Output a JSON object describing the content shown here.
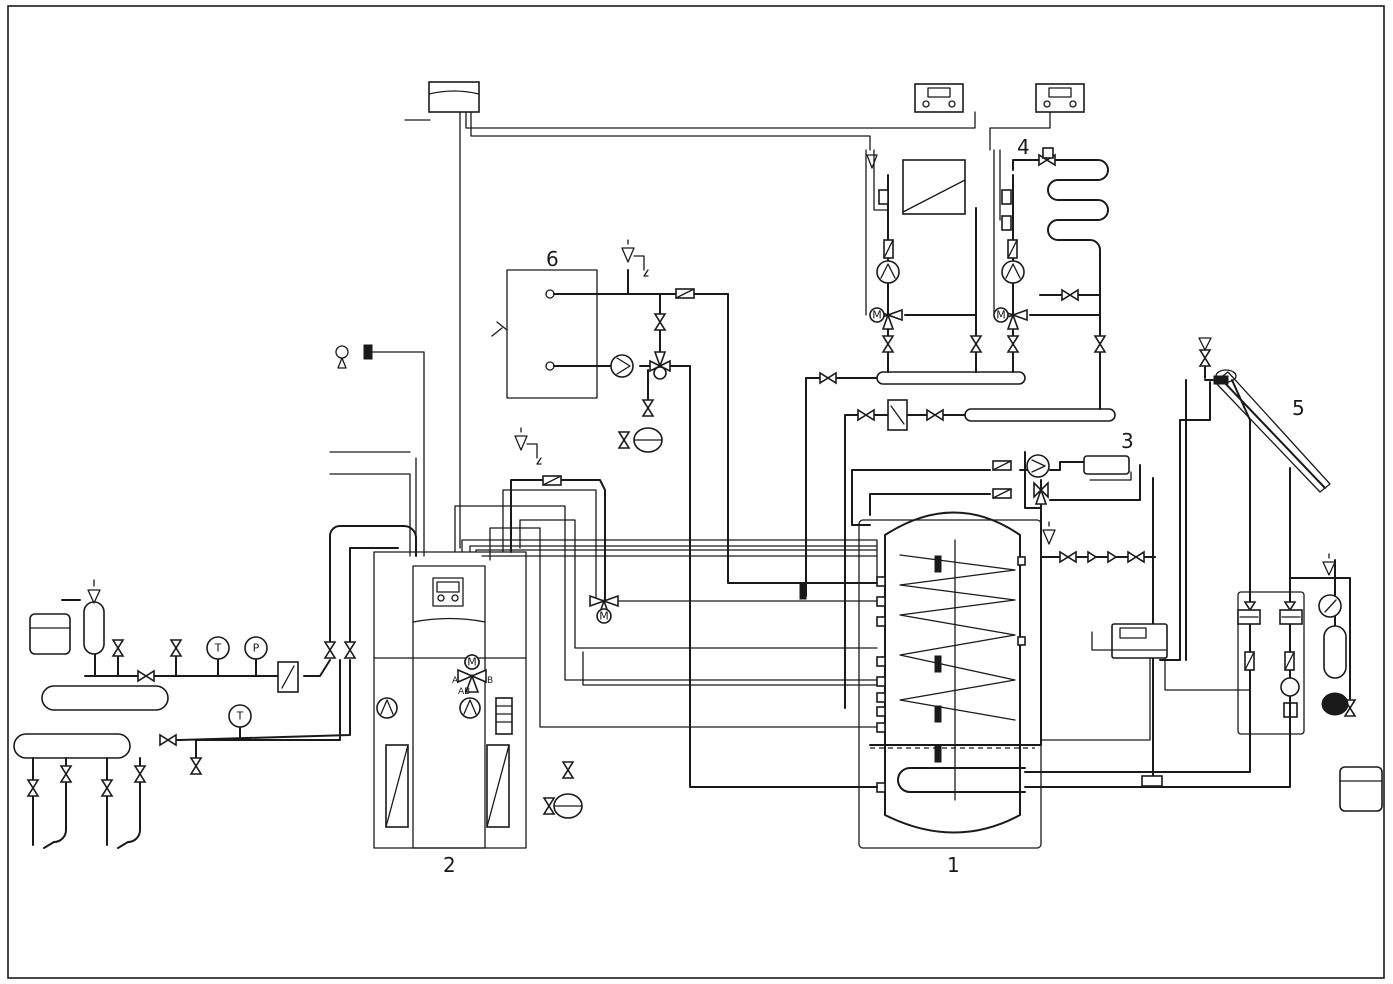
{
  "callouts": {
    "storage_tank": "1",
    "heat_pump_unit": "2",
    "domestic_hot_water": "3",
    "heating_circuits": "4",
    "solar_collector": "5",
    "solid_fuel_boiler": "6"
  },
  "gauges": {
    "temp_1": "T",
    "pressure_1": "P",
    "temp_2": "T",
    "motor_valve_1": "M",
    "motor_valve_2": "M",
    "motor_valve_3": "M",
    "motor_valve_4": "M"
  },
  "valve_ports": {
    "a": "A",
    "b": "B",
    "ab": "AB"
  }
}
